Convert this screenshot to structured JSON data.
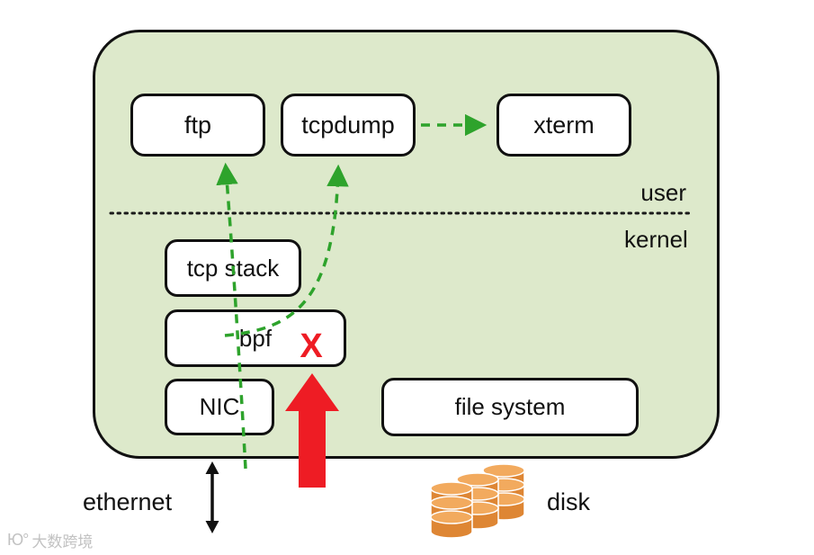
{
  "diagram": {
    "boxes": {
      "ftp": "ftp",
      "tcpdump": "tcpdump",
      "xterm": "xterm",
      "tcp_stack": "tcp stack",
      "bpf": "bpf",
      "nic": "NIC",
      "file_system": "file system"
    },
    "labels": {
      "user": "user",
      "kernel": "kernel",
      "ethernet": "ethernet",
      "disk": "disk"
    },
    "marker": {
      "drop": "X"
    },
    "colors": {
      "container_fill": "#dde9cb",
      "box_fill": "#ffffff",
      "outline": "#111111",
      "arrow_green": "#2ea32c",
      "arrow_red": "#ee1c24",
      "disk_body": "#de8634",
      "disk_top": "#f2aa5e"
    },
    "watermark": {
      "logo": "Ю°",
      "text": "大数跨境"
    }
  }
}
